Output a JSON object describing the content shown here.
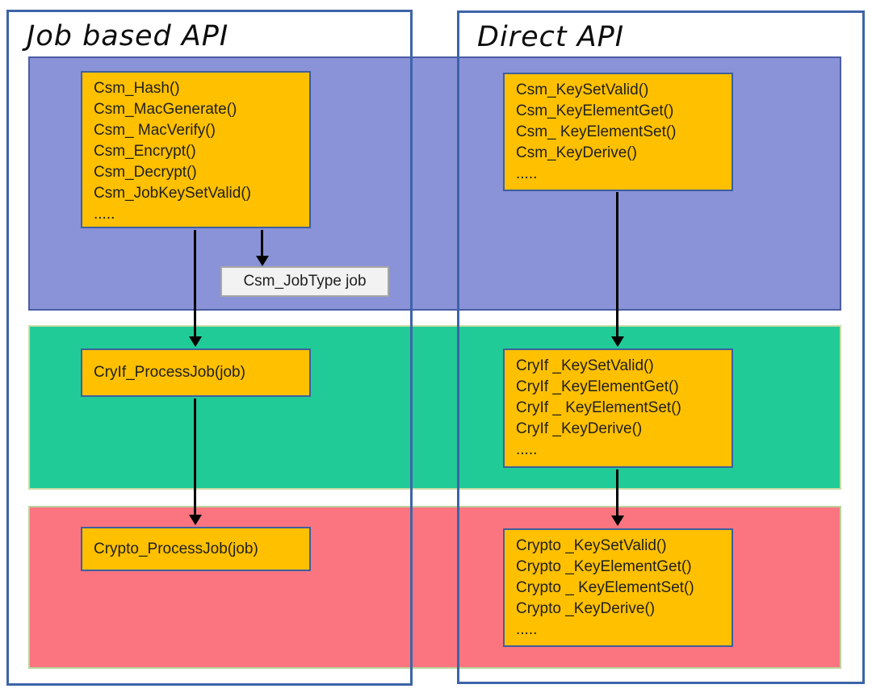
{
  "groups": {
    "job_based": {
      "title": "Job based API"
    },
    "direct": {
      "title": "Direct API"
    }
  },
  "boxes": {
    "csm_job_api": {
      "lines": [
        "Csm_Hash()",
        "Csm_MacGenerate()",
        "Csm_ MacVerify()",
        "Csm_Encrypt()",
        "Csm_Decrypt()",
        "Csm_JobKeySetValid()",
        "....."
      ]
    },
    "csm_direct_api": {
      "lines": [
        "Csm_KeySetValid()",
        "Csm_KeyElementGet()",
        "Csm_ KeyElementSet()",
        "Csm_KeyDerive()",
        "....."
      ]
    },
    "job_type": {
      "label": "Csm_JobType job"
    },
    "cryif_job_api": {
      "label": "CryIf_ProcessJob(job)"
    },
    "cryif_direct_api": {
      "lines": [
        "CryIf _KeySetValid()",
        "CryIf _KeyElementGet()",
        "CryIf _ KeyElementSet()",
        "CryIf _KeyDerive()",
        "....."
      ]
    },
    "crypto_job_api": {
      "label": "Crypto_ProcessJob(job)"
    },
    "crypto_direct_api": {
      "lines": [
        "Crypto _KeySetValid()",
        "Crypto _KeyElementGet()",
        "Crypto _ KeyElementSet()",
        "Crypto _KeyDerive()",
        "....."
      ]
    }
  },
  "colors": {
    "band_csm": "#8A93D8",
    "band_cryif": "#21CB97",
    "band_crypto": "#FB7580",
    "box_fill": "#FFC000",
    "box_border": "#3E5F9E",
    "outer_border": "#3D64A8",
    "jobtype_fill": "#F2F2F2",
    "jobtype_border": "#A6A6A6"
  }
}
